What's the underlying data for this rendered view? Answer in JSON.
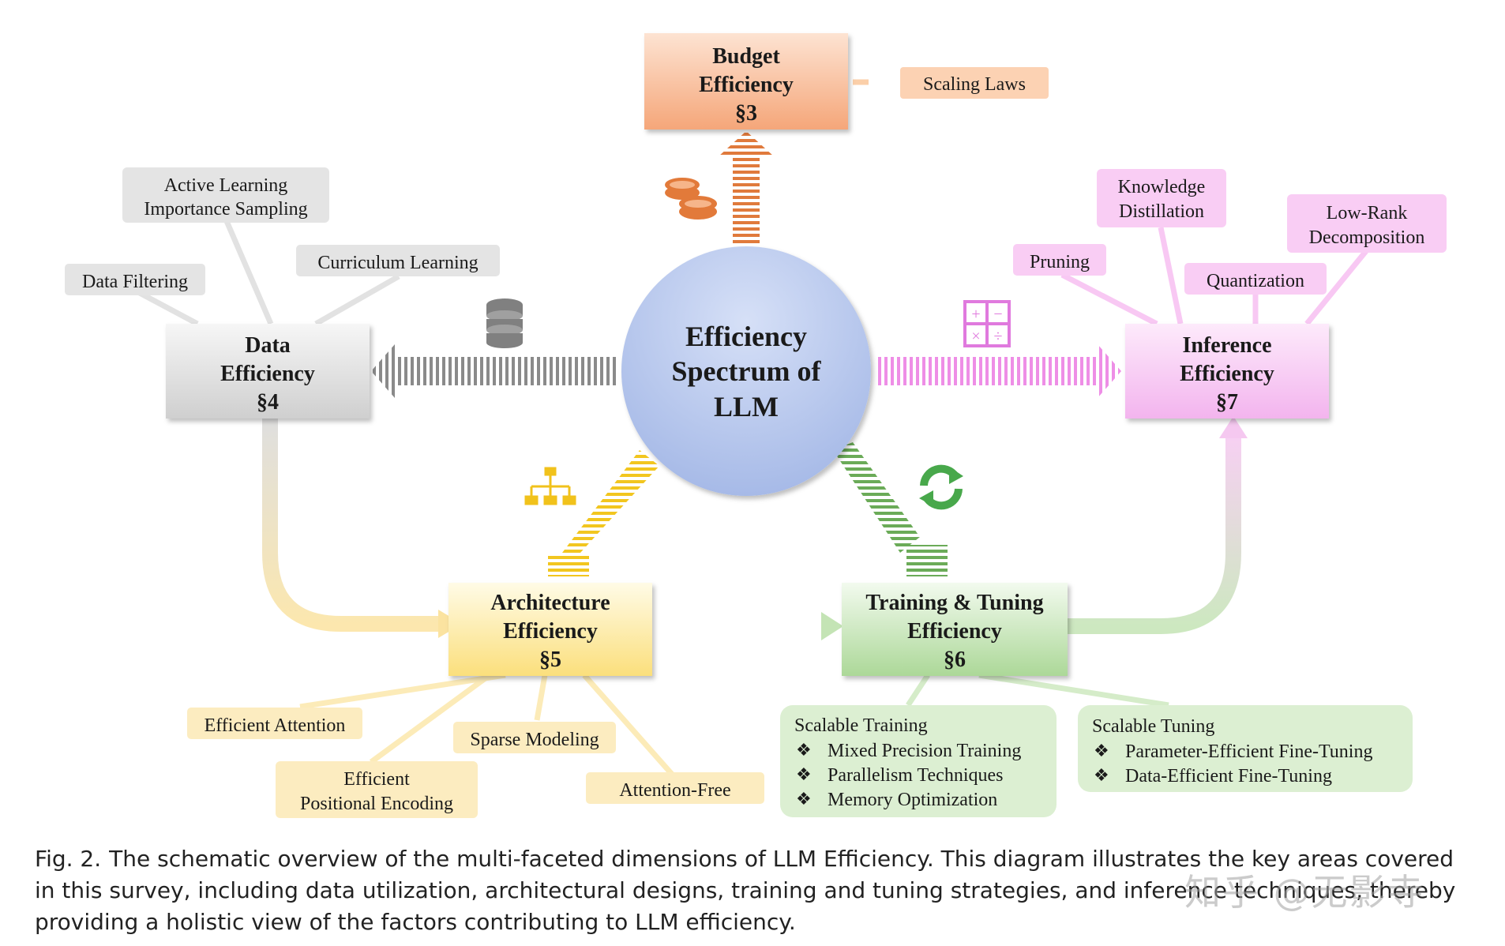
{
  "diagram": {
    "center": [
      "Efficiency",
      "Spectrum of",
      "LLM"
    ],
    "budget": {
      "lines": [
        "Budget",
        "Efficiency",
        "§3"
      ],
      "leaf": "Scaling Laws"
    },
    "data": {
      "lines": [
        "Data",
        "Efficiency",
        "§4"
      ],
      "leaves": {
        "active": [
          "Active Learning",
          "Importance Sampling"
        ],
        "curriculum": "Curriculum Learning",
        "filtering": "Data Filtering"
      }
    },
    "inference": {
      "lines": [
        "Inference",
        "Efficiency",
        "§7"
      ],
      "leaves": {
        "distillation": [
          "Knowledge",
          "Distillation"
        ],
        "lowrank": [
          "Low-Rank",
          "Decomposition"
        ],
        "pruning": "Pruning",
        "quantization": "Quantization"
      }
    },
    "architecture": {
      "lines": [
        "Architecture",
        "Efficiency",
        "§5"
      ],
      "leaves": {
        "attention": "Efficient Attention",
        "sparse": "Sparse Modeling",
        "positional": [
          "Efficient",
          "Positional Encoding"
        ],
        "attnfree": "Attention-Free"
      }
    },
    "training": {
      "lines": [
        "Training & Tuning",
        "Efficiency",
        "§6"
      ],
      "scalable_training": {
        "title": "Scalable Training",
        "items": [
          "Mixed Precision Training",
          "Parallelism Techniques",
          "Memory Optimization"
        ]
      },
      "scalable_tuning": {
        "title": "Scalable Tuning",
        "items": [
          "Parameter-Efficient Fine-Tuning",
          "Data-Efficient Fine-Tuning"
        ]
      }
    },
    "bullet": "❖",
    "icons": [
      "coins-icon",
      "database-icon",
      "calculator-icon",
      "hierarchy-icon",
      "refresh-icon"
    ],
    "colors": {
      "budget": "#f4a77c",
      "data": "#d6d6d6",
      "inference": "#f5b8ef",
      "architecture": "#fde58a",
      "training": "#b3dca0",
      "center": "#a9bde8"
    }
  },
  "caption": {
    "label": "Fig. 2.",
    "text": "The schematic overview of the multi-faceted dimensions of LLM Efficiency. This diagram illustrates the key areas covered in this survey, including data utilization, architectural designs, training and tuning strategies, and inference techniques, thereby providing a holistic view of the factors contributing to LLM efficiency."
  },
  "watermark": "知乎 @无影寺"
}
